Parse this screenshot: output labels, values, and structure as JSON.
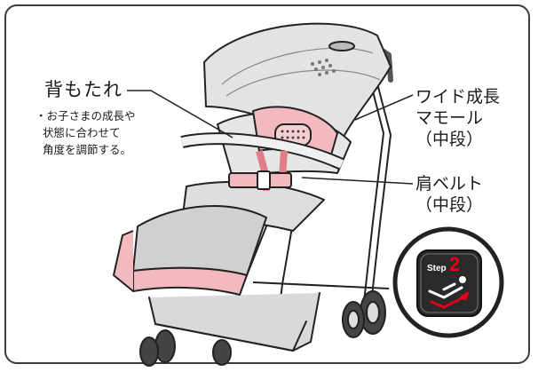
{
  "backrest": {
    "title": "背もたれ",
    "note_lines": [
      "・お子さまの成長や",
      "状態に合わせて",
      "角度を調節する。"
    ]
  },
  "wide_mall": {
    "lines": [
      "ワイド成長",
      "マモール",
      "（中段）"
    ]
  },
  "shoulder_belt": {
    "lines": [
      "肩ベルト",
      "（中段）"
    ]
  },
  "step_badge": {
    "word": "Step",
    "number": "2",
    "icon": "reclined-seat-icon"
  },
  "colors": {
    "frame_border": "#3c3c3c",
    "seat_pink": "#f2b9be",
    "accent_red": "#e2001a",
    "canopy_gray": "#e3e3e3",
    "badge_dark": "#2a2a2a"
  }
}
